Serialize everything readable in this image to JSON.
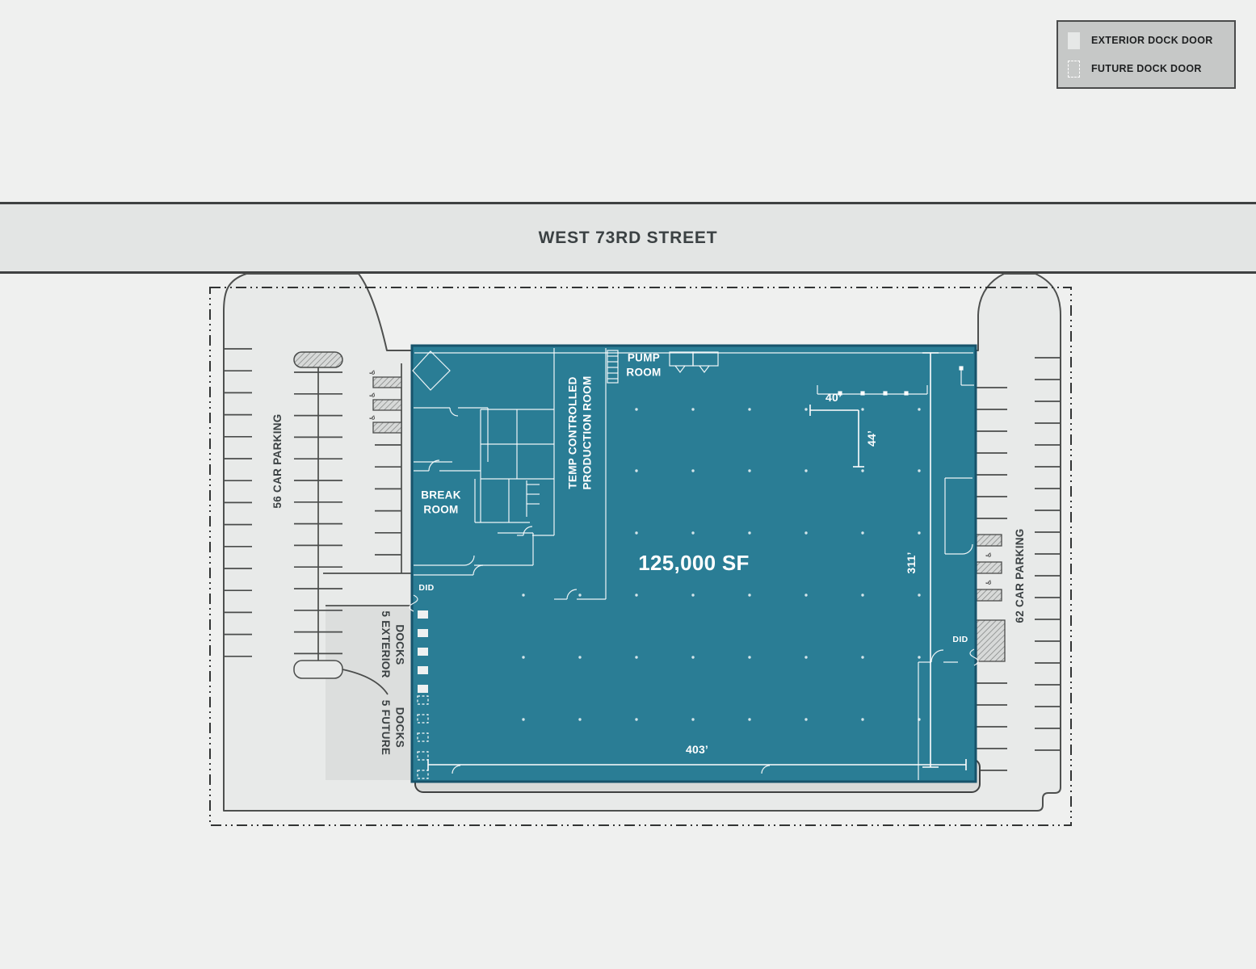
{
  "legend": {
    "items": [
      {
        "label": "EXTERIOR DOCK DOOR",
        "swatch": "solid-square"
      },
      {
        "label": "FUTURE DOCK DOOR",
        "swatch": "dashed-square"
      }
    ]
  },
  "street": {
    "name": "WEST 73RD STREET"
  },
  "parking": {
    "west_label": "56 CAR PARKING",
    "east_label": "62 CAR PARKING"
  },
  "docks": {
    "exterior_label": "5 EXTERIOR\nDOCKS",
    "future_label": "5 FUTURE\nDOCKS"
  },
  "building": {
    "area_label": "125,000 SF",
    "pump_room": "PUMP\nROOM",
    "break_room": "BREAK\nROOM",
    "production_room": "TEMP CONTROLLED\nPRODUCTION ROOM",
    "drive_in_door_west": "DID",
    "drive_in_door_east": "DID",
    "dimensions": {
      "bay_width": "40’",
      "bay_depth": "44’",
      "depth": "311’",
      "width": "403’"
    }
  },
  "colors": {
    "building_fill": "#2a7d95",
    "building_border": "#17536b",
    "pavement": "#e8eae9",
    "street_band": "#e3e5e4",
    "text_dark": "#3b4143",
    "text_light": "#ffffff"
  }
}
